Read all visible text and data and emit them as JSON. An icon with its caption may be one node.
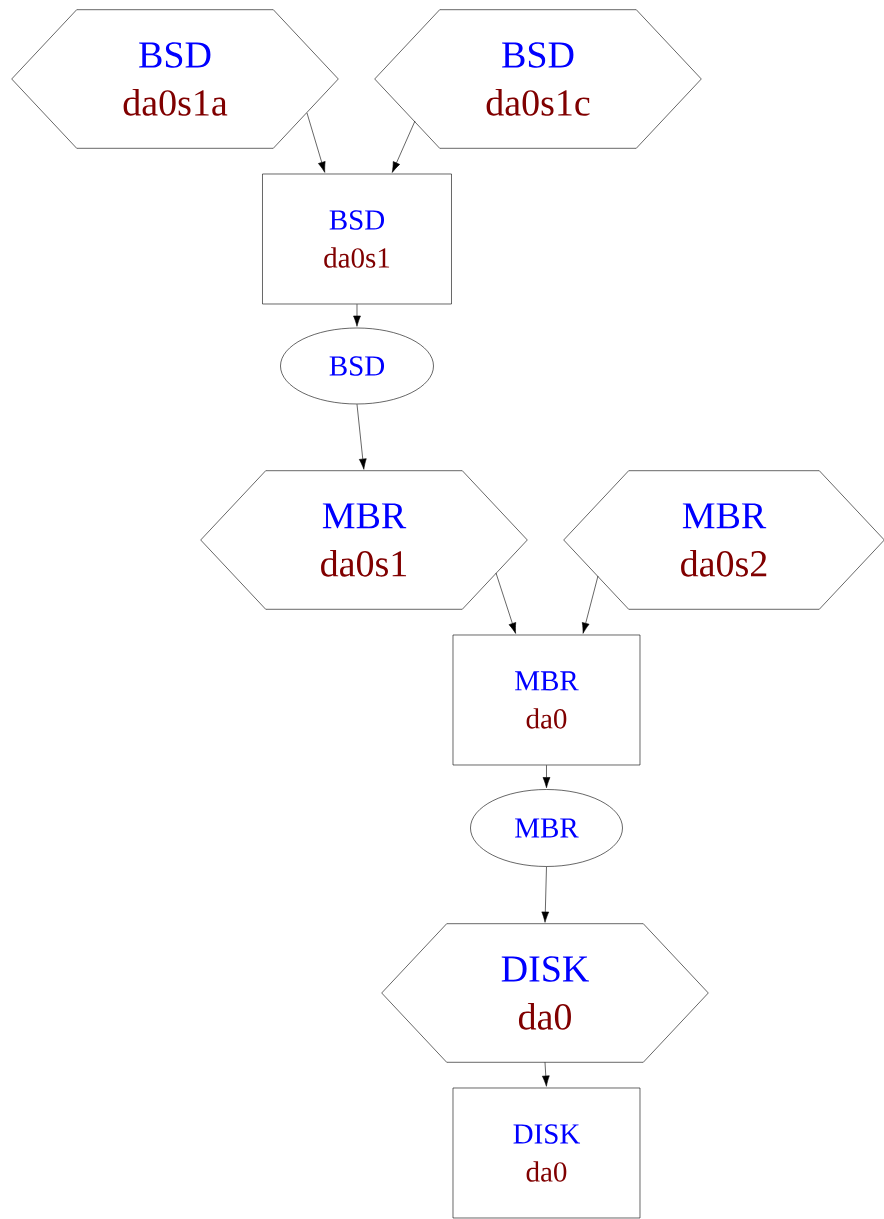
{
  "diagram": {
    "nodes": [
      {
        "text": [
          "BSD",
          "da0s1a"
        ]
      },
      {
        "text": [
          "BSD",
          "da0s1c"
        ]
      },
      {
        "text": [
          "BSD",
          "da0s1"
        ]
      },
      {
        "text": [
          "BSD"
        ]
      },
      {
        "text": [
          "MBR",
          "da0s1"
        ]
      },
      {
        "text": [
          "MBR",
          "da0s2"
        ]
      },
      {
        "text": [
          "MBR",
          "da0"
        ]
      },
      {
        "text": [
          "MBR"
        ]
      },
      {
        "text": [
          "DISK",
          "da0"
        ]
      },
      {
        "text": [
          "DISK",
          "da0"
        ]
      }
    ],
    "edges": [
      {
        "from": 0,
        "to": 2,
        "arrow": "to"
      },
      {
        "from": 1,
        "to": 2,
        "arrow": "to"
      },
      {
        "from": 2,
        "to": 3,
        "arrow": "to"
      },
      {
        "from": 3,
        "to": 4,
        "arrow": "to"
      },
      {
        "from": 4,
        "to": 6,
        "arrow": "to"
      },
      {
        "from": 5,
        "to": 6,
        "arrow": "to"
      },
      {
        "from": 6,
        "to": 7,
        "arrow": "to"
      },
      {
        "from": 7,
        "to": 8,
        "arrow": "to"
      },
      {
        "from": 8,
        "to": 9,
        "arrow": "to"
      }
    ]
  }
}
